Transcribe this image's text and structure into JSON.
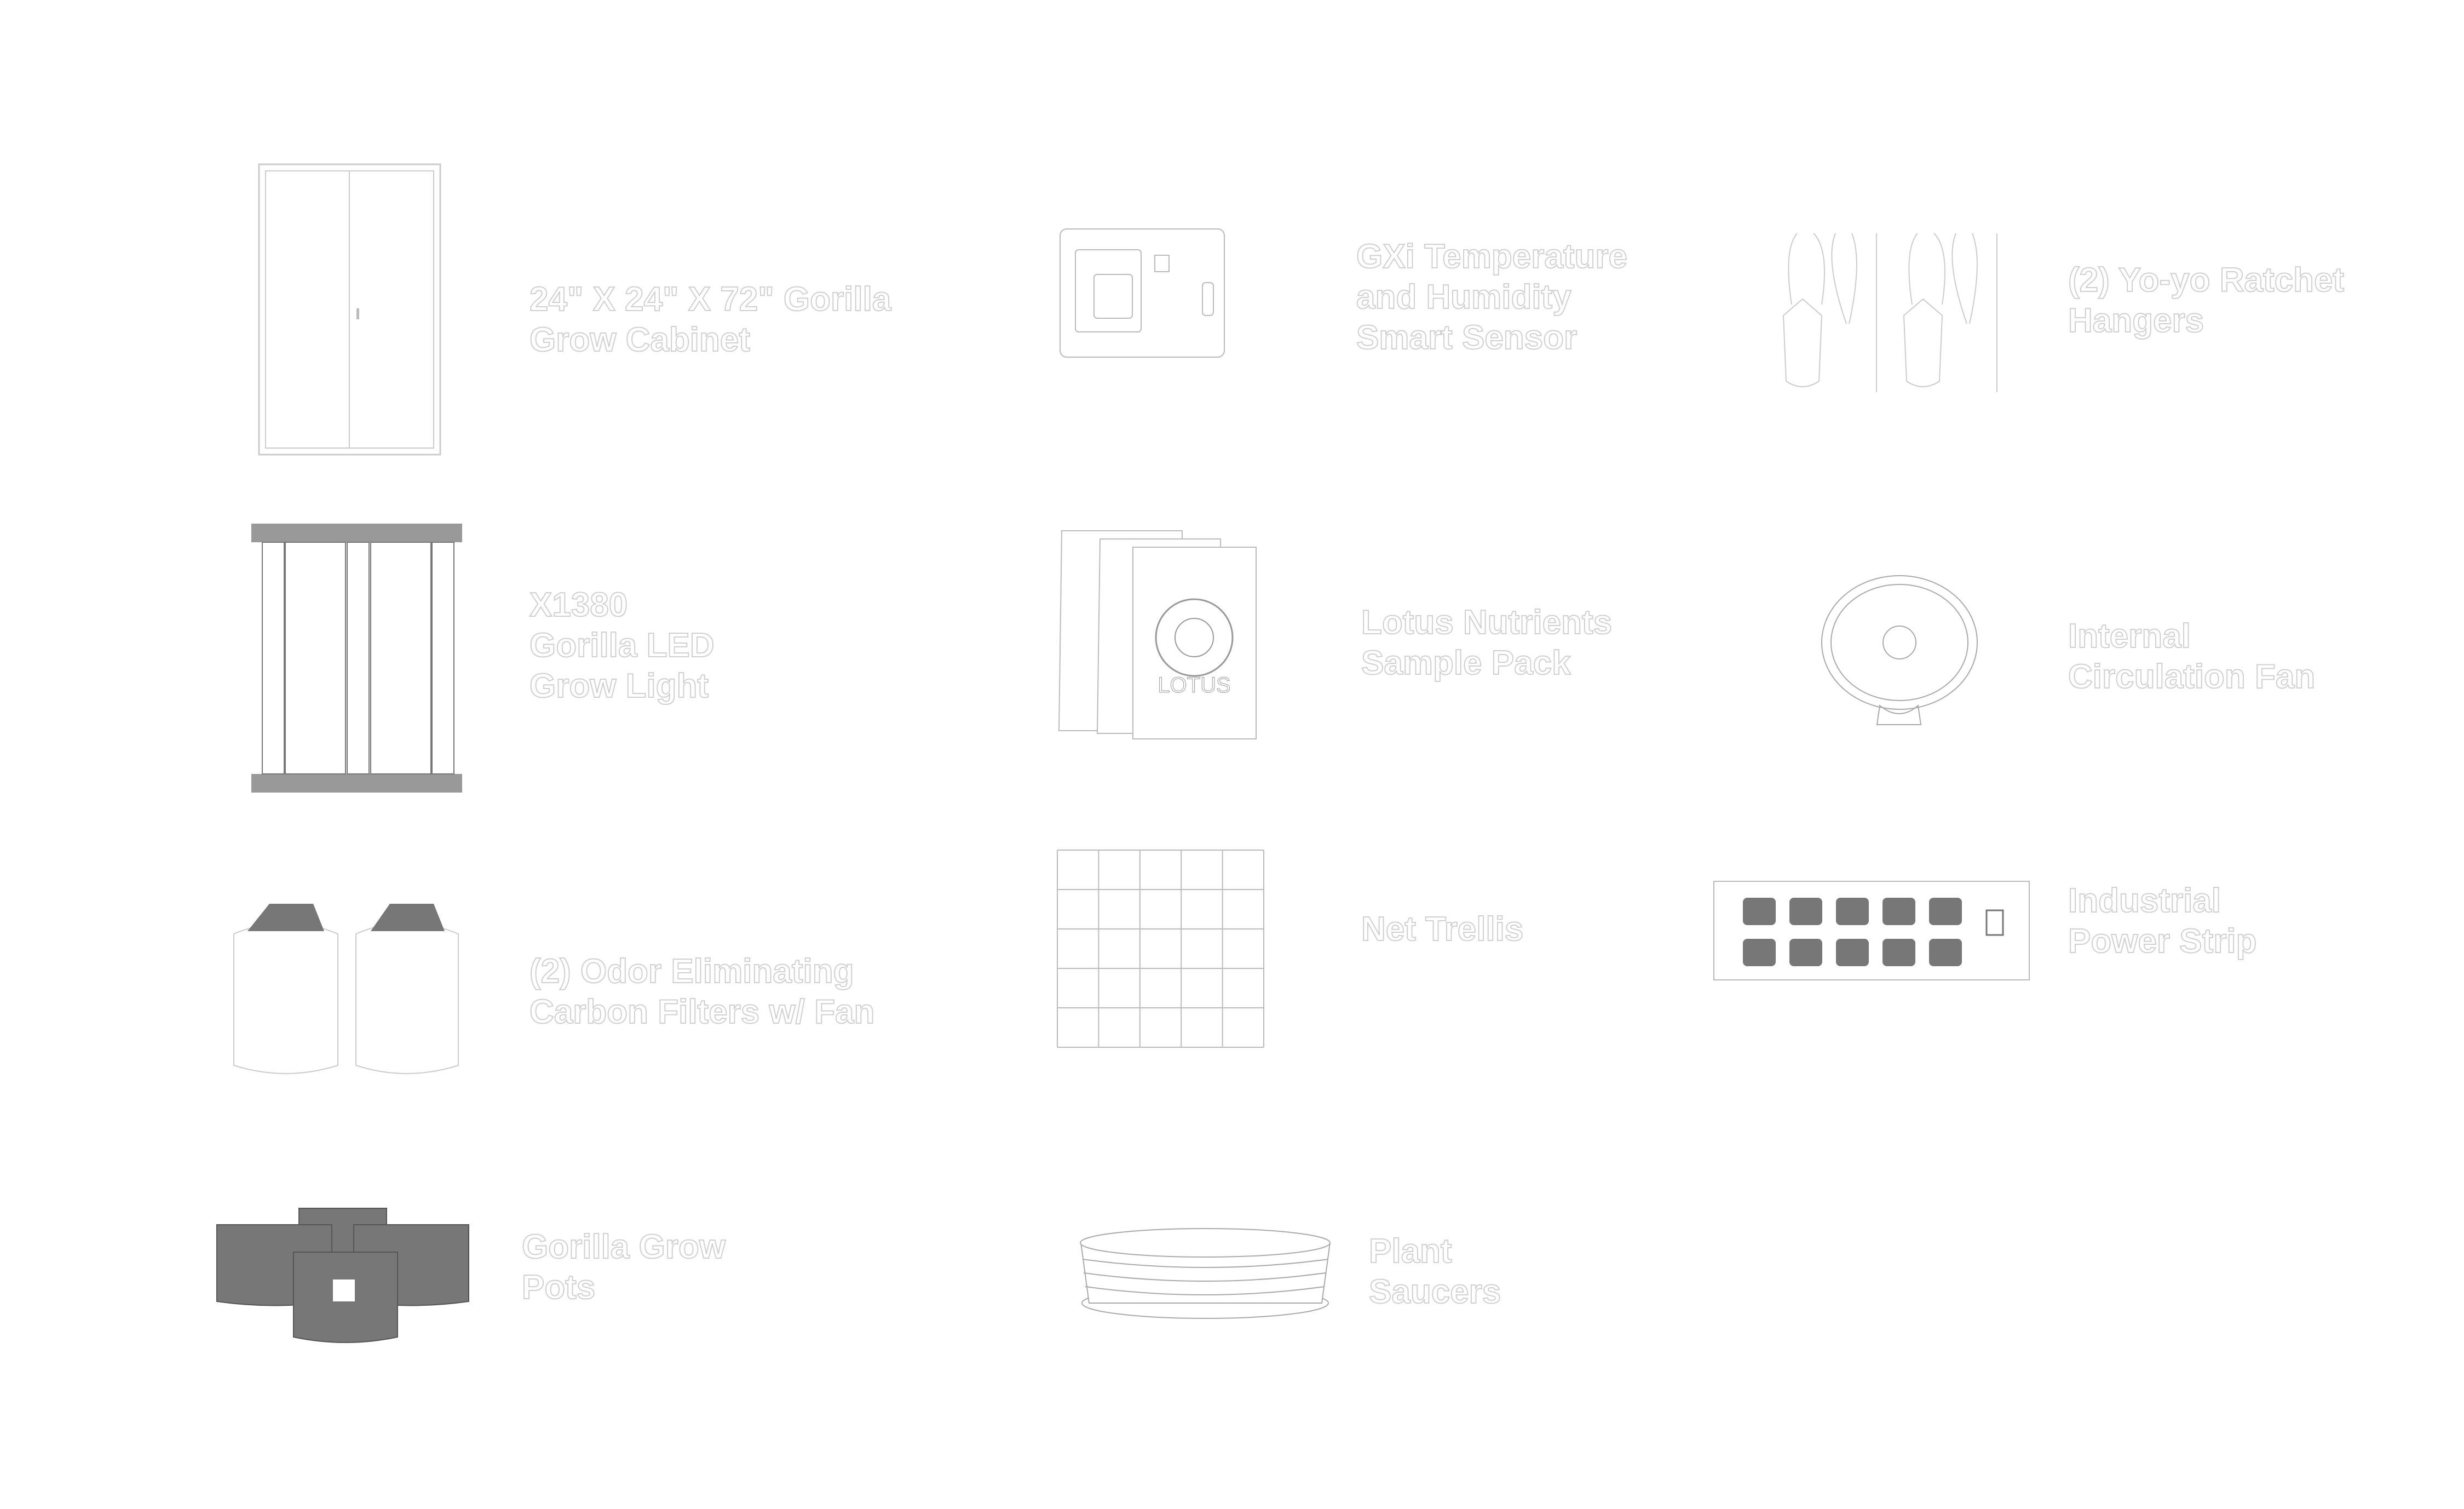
{
  "items": [
    {
      "icon": "grow-cabinet",
      "lines": [
        "24\" X 24\" X 72\" Gorilla",
        "Grow Cabinet"
      ]
    },
    {
      "icon": "led-grow-light",
      "lines": [
        "X1380",
        "Gorilla LED",
        "Grow Light"
      ]
    },
    {
      "icon": "carbon-filter",
      "lines": [
        "(2) Odor Eliminating",
        "Carbon Filters w/ Fan"
      ]
    },
    {
      "icon": "grow-pots",
      "lines": [
        "Gorilla Grow",
        "Pots"
      ]
    },
    {
      "icon": "smart-sensor",
      "lines": [
        "GXi Temperature",
        "and Humidity",
        "Smart Sensor"
      ]
    },
    {
      "icon": "nutrient-pack",
      "lines": [
        "Lotus Nutrients",
        "Sample Pack"
      ]
    },
    {
      "icon": "net-trellis",
      "lines": [
        "Net Trellis"
      ]
    },
    {
      "icon": "plant-saucers",
      "lines": [
        "Plant",
        "Saucers"
      ]
    },
    {
      "icon": "ratchet-hangers",
      "lines": [
        "(2) Yo-yo Ratchet",
        "Hangers"
      ]
    },
    {
      "icon": "circulation-fan",
      "lines": [
        "Internal",
        "Circulation Fan"
      ]
    },
    {
      "icon": "power-strip",
      "lines": [
        "Industrial",
        "Power Strip"
      ]
    }
  ],
  "logo_text": "LOTUS"
}
